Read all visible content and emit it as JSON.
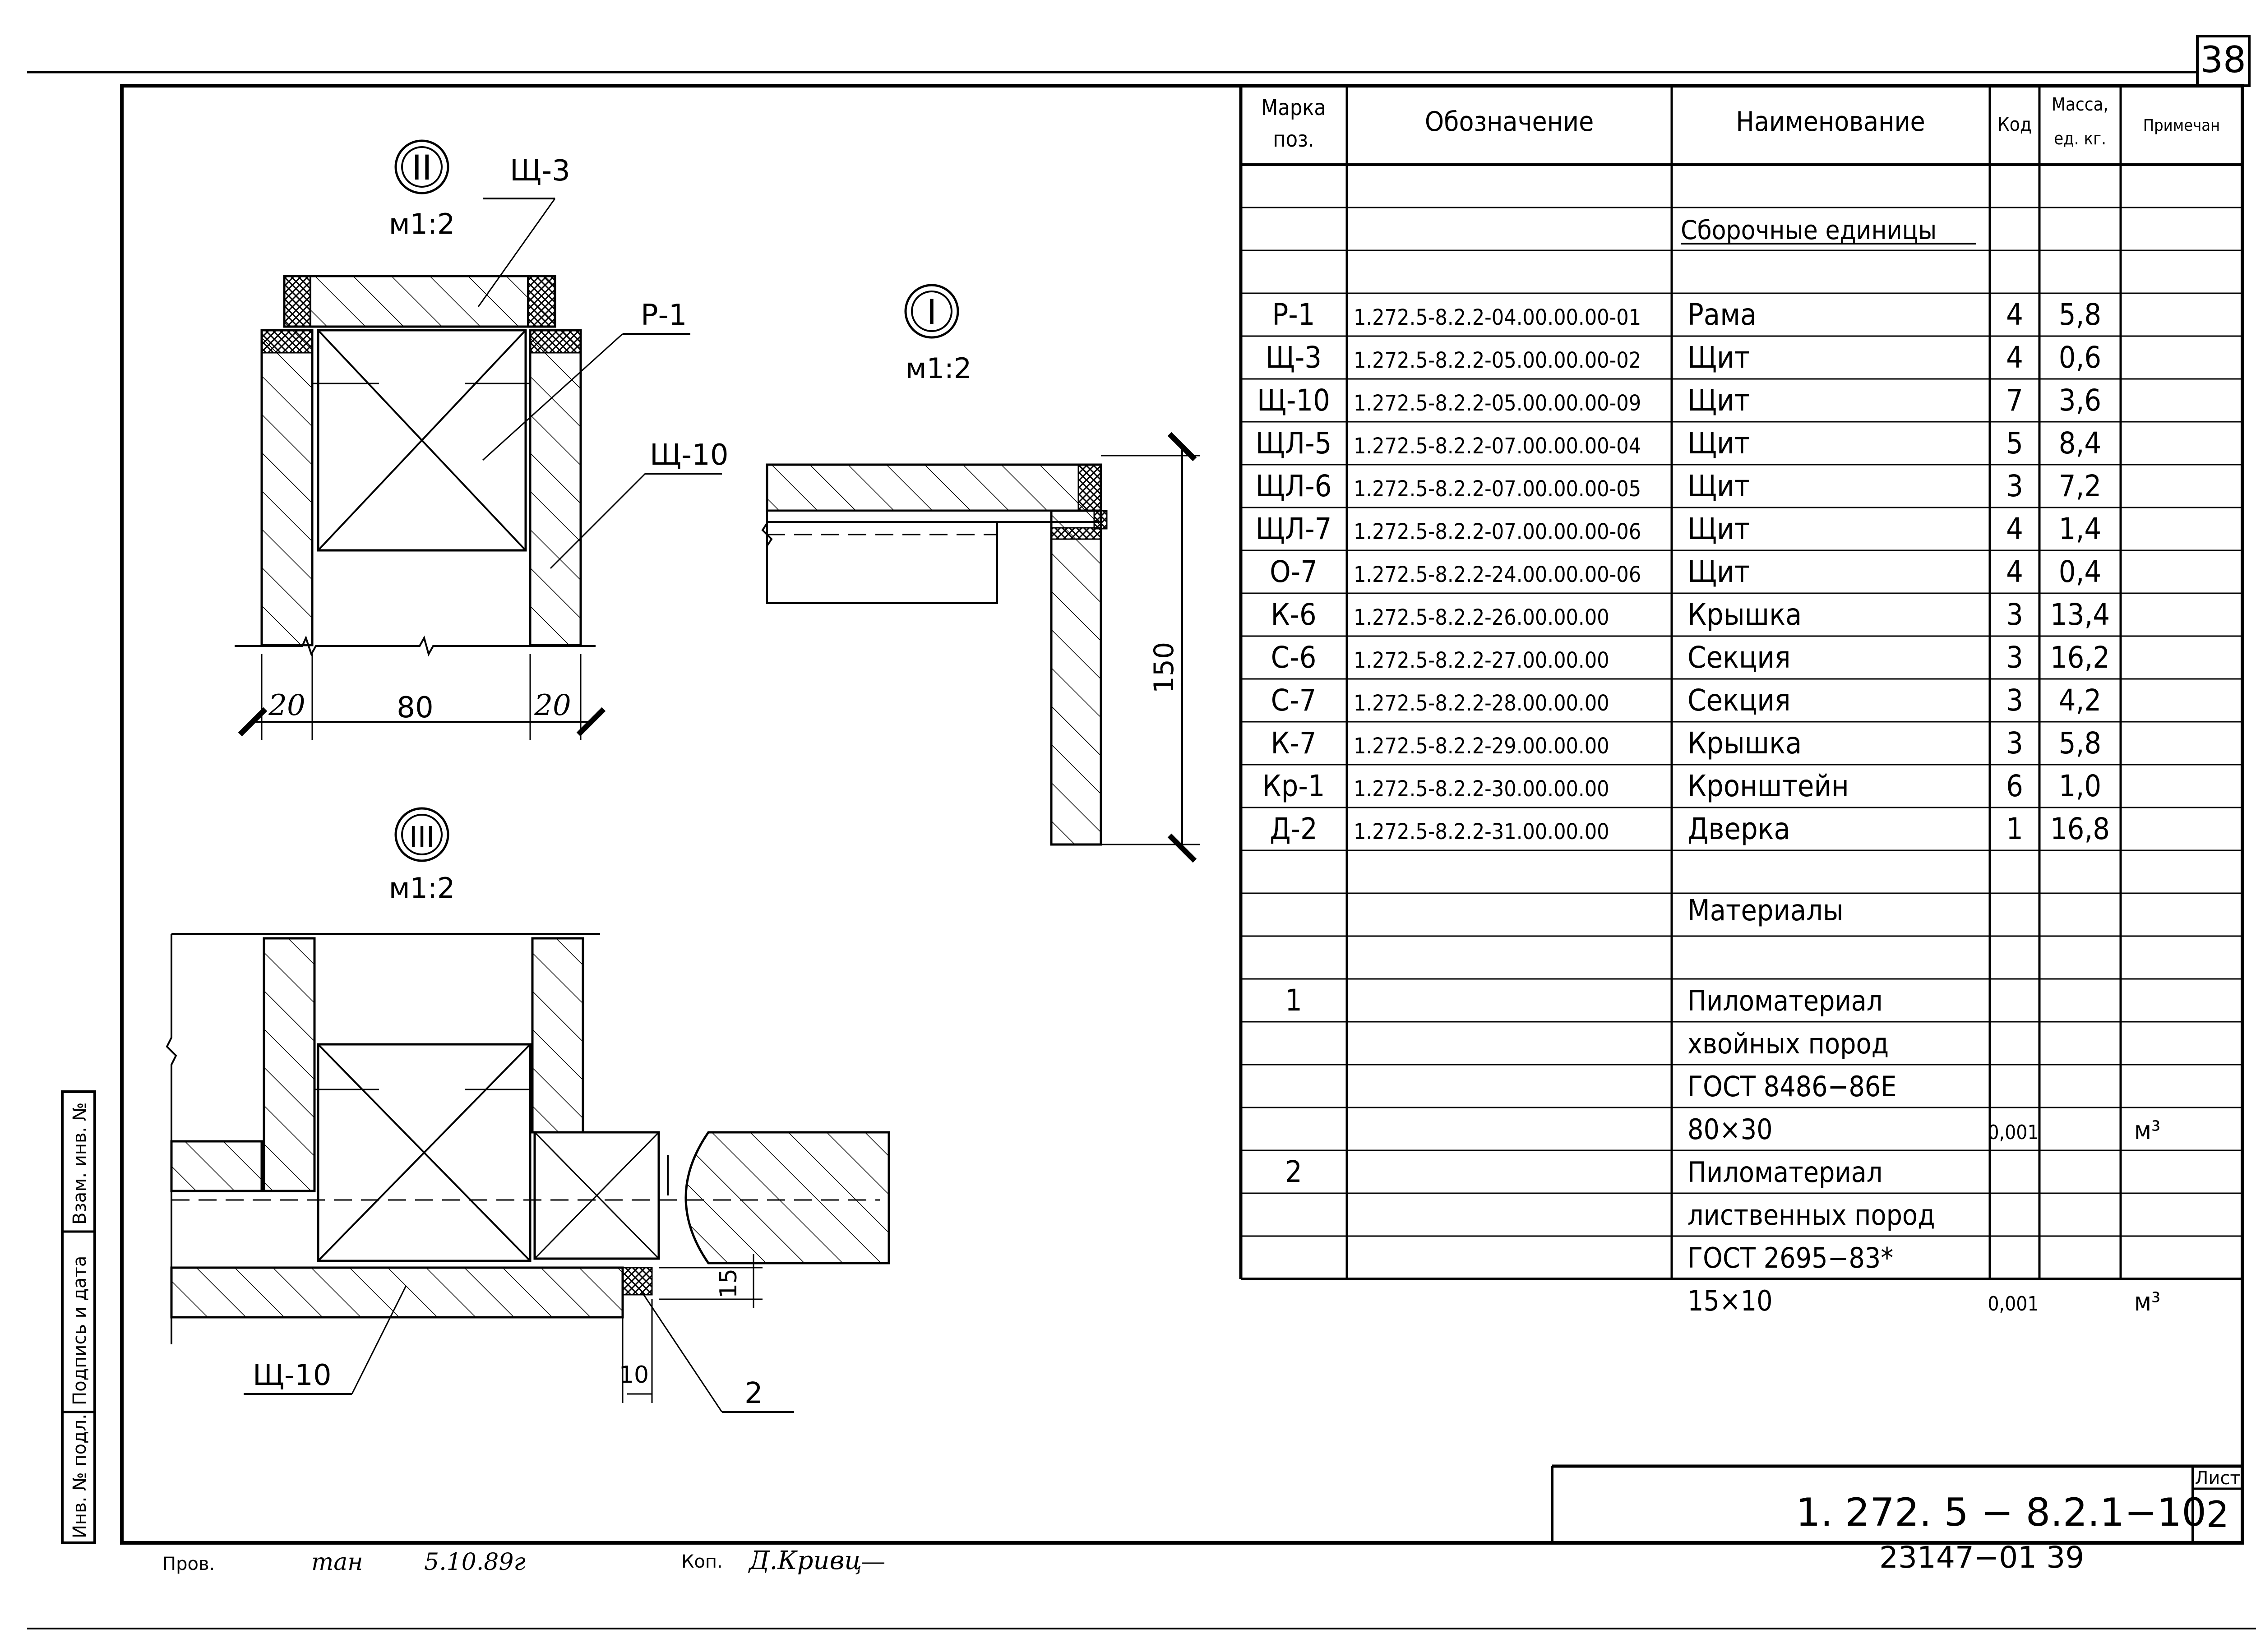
{
  "sheet_number": "38",
  "drawing_code": "1. 272. 5 − 8.2.1−10",
  "list_label": "Лист",
  "list_number": "2",
  "archive_number": "23147−01  39",
  "left_stamp": [
    "Инв. № подл.",
    "Подпись и дата",
    "Взам. инв. №"
  ],
  "footer": {
    "checked_label": "Пров.",
    "checked_sign": "тан",
    "checked_date": "5.10.89г",
    "copy_label": "Коп.",
    "copy_sign": "Д.Кривц"
  },
  "views": {
    "view2": {
      "numeral": "II",
      "scale": "м1:2",
      "labels": [
        "Щ-3",
        "Р-1",
        "Щ-10"
      ],
      "dims": [
        "20",
        "80",
        "20"
      ]
    },
    "view1": {
      "numeral": "I",
      "scale": "м1:2",
      "dims": [
        "150"
      ]
    },
    "view3": {
      "numeral": "III",
      "scale": "м1:2",
      "labels": [
        "Щ-10",
        "2"
      ],
      "dims": [
        "15",
        "10"
      ]
    }
  },
  "spec": {
    "headers": [
      "Марка поз.",
      "Обозначение",
      "Наименование",
      "Код",
      "Масса, ед. кг.",
      "Примечан"
    ],
    "section_assembly": "Сборочные единицы",
    "rows": [
      {
        "mark": "Р-1",
        "code": "1.272.5-8.2.2-04.00.00.00-01",
        "name": "Рама",
        "qty": "4",
        "mass": "5,8"
      },
      {
        "mark": "Щ-3",
        "code": "1.272.5-8.2.2-05.00.00.00-02",
        "name": "Щит",
        "qty": "4",
        "mass": "0,6"
      },
      {
        "mark": "Щ-10",
        "code": "1.272.5-8.2.2-05.00.00.00-09",
        "name": "Щит",
        "qty": "7",
        "mass": "3,6"
      },
      {
        "mark": "ЩЛ-5",
        "code": "1.272.5-8.2.2-07.00.00.00-04",
        "name": "Щит",
        "qty": "5",
        "mass": "8,4"
      },
      {
        "mark": "ЩЛ-6",
        "code": "1.272.5-8.2.2-07.00.00.00-05",
        "name": "Щит",
        "qty": "3",
        "mass": "7,2"
      },
      {
        "mark": "ЩЛ-7",
        "code": "1.272.5-8.2.2-07.00.00.00-06",
        "name": "Щит",
        "qty": "4",
        "mass": "1,4"
      },
      {
        "mark": "О-7",
        "code": "1.272.5-8.2.2-24.00.00.00-06",
        "name": "Щит",
        "qty": "4",
        "mass": "0,4"
      },
      {
        "mark": "К-6",
        "code": "1.272.5-8.2.2-26.00.00.00",
        "name": "Крышка",
        "qty": "3",
        "mass": "13,4"
      },
      {
        "mark": "С-6",
        "code": "1.272.5-8.2.2-27.00.00.00",
        "name": "Секция",
        "qty": "3",
        "mass": "16,2"
      },
      {
        "mark": "С-7",
        "code": "1.272.5-8.2.2-28.00.00.00",
        "name": "Секция",
        "qty": "3",
        "mass": "4,2"
      },
      {
        "mark": "К-7",
        "code": "1.272.5-8.2.2-29.00.00.00",
        "name": "Крышка",
        "qty": "3",
        "mass": "5,8"
      },
      {
        "mark": "Кр-1",
        "code": "1.272.5-8.2.2-30.00.00.00",
        "name": "Кронштейн",
        "qty": "6",
        "mass": "1,0"
      },
      {
        "mark": "Д-2",
        "code": "1.272.5-8.2.2-31.00.00.00",
        "name": "Дверка",
        "qty": "1",
        "mass": "16,8"
      }
    ],
    "section_materials": "Материалы",
    "materials": [
      {
        "mark": "1",
        "lines": [
          "Пиломатериал",
          "хвойных пород",
          "ГОСТ 8486−86Е",
          "80×30"
        ],
        "qty": "0,001",
        "note": "м³"
      },
      {
        "mark": "2",
        "lines": [
          "Пиломатериал",
          "лиственных пород",
          "ГОСТ 2695−83*",
          "15×10"
        ],
        "qty": "0,001",
        "note": "м³"
      }
    ]
  }
}
